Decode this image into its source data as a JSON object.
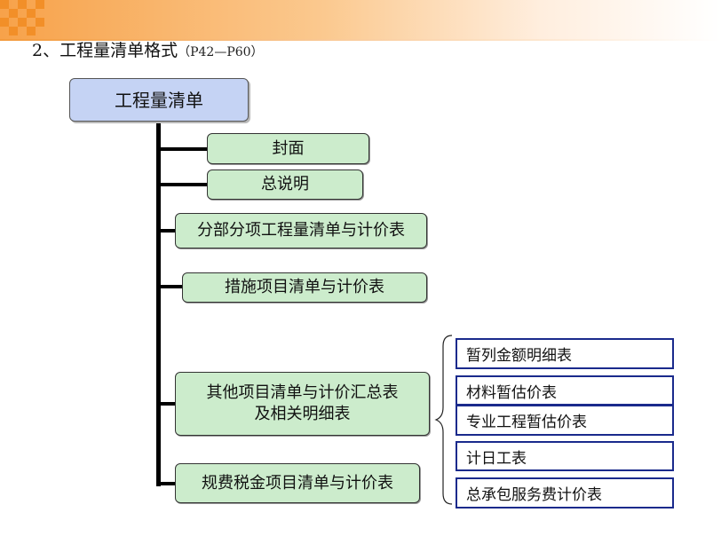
{
  "header": {
    "title": "2、工程量清单格式",
    "subtitle": "（P42—P60）",
    "accent_color": "#f7a24a"
  },
  "diagram": {
    "root": {
      "label": "工程量清单",
      "color": "#c5d3f4"
    },
    "children": [
      {
        "label": "封面"
      },
      {
        "label": "总说明"
      },
      {
        "label": "分部分项工程量清单与计价表"
      },
      {
        "label": "措施项目清单与计价表"
      },
      {
        "label_line1": "其他项目清单与计价汇总表",
        "label_line2": "及相关明细表"
      },
      {
        "label": "规费税金项目清单与计价表"
      }
    ],
    "child_color": "#cceccc",
    "sub_items": [
      {
        "label": "暂列金额明细表"
      },
      {
        "label": "材料暂估价表"
      },
      {
        "label": "专业工程暂估价表"
      },
      {
        "label": "计日工表"
      },
      {
        "label": "总承包服务费计价表"
      }
    ],
    "sub_item_border_color": "#1a2a8c"
  }
}
